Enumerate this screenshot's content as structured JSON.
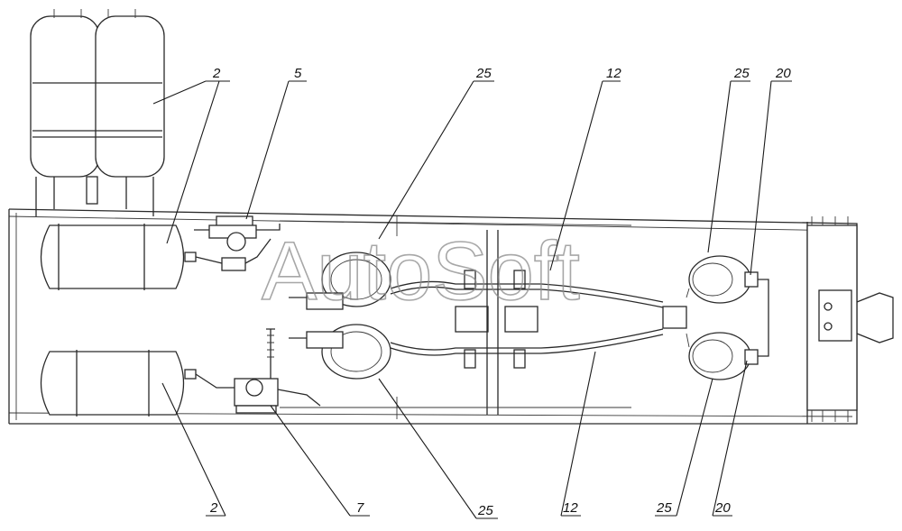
{
  "watermark": "AutoSoft",
  "callouts": [
    {
      "id": "top-2",
      "label": "2"
    },
    {
      "id": "top-5",
      "label": "5"
    },
    {
      "id": "top-25-a",
      "label": "25"
    },
    {
      "id": "top-12",
      "label": "12"
    },
    {
      "id": "top-25-b",
      "label": "25"
    },
    {
      "id": "top-20",
      "label": "20"
    },
    {
      "id": "bottom-2",
      "label": "2"
    },
    {
      "id": "bottom-7",
      "label": "7"
    },
    {
      "id": "bottom-25-a",
      "label": "25"
    },
    {
      "id": "bottom-12",
      "label": "12"
    },
    {
      "id": "bottom-25-b",
      "label": "25"
    },
    {
      "id": "bottom-20",
      "label": "20"
    }
  ]
}
